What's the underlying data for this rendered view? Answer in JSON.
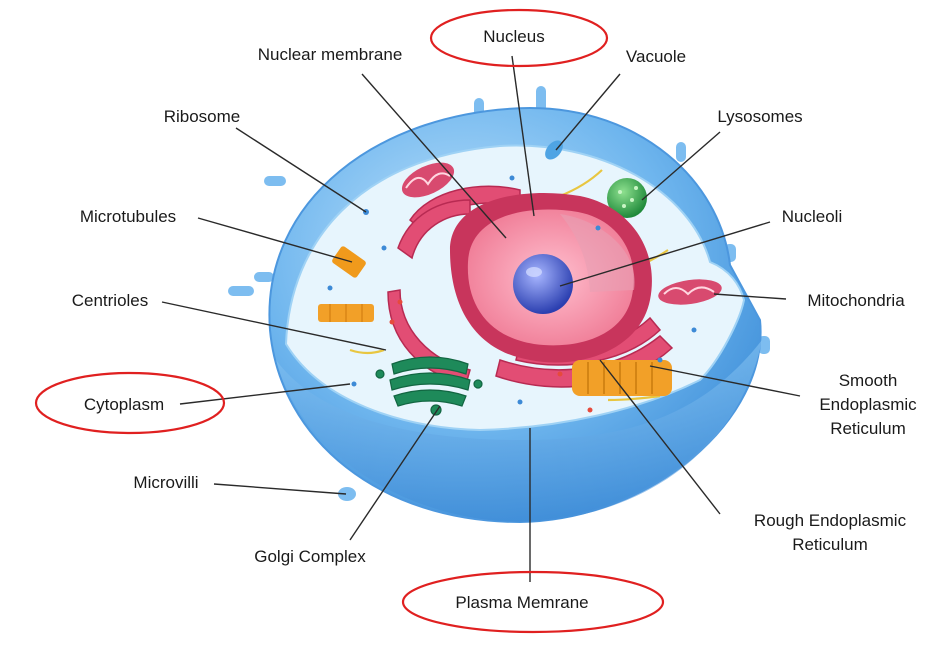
{
  "labels": {
    "nucleus": "Nucleus",
    "nuclear_membrane": "Nuclear membrane",
    "vacuole": "Vacuole",
    "ribosome": "Ribosome",
    "lysosomes": "Lysosomes",
    "microtubules": "Microtubules",
    "nucleoli": "Nucleoli",
    "centrioles": "Centrioles",
    "mitochondria": "Mitochondria",
    "cytoplasm": "Cytoplasm",
    "smooth_er": [
      "Smooth",
      "Endoplasmic",
      "Reticulum"
    ],
    "microvilli": "Microvilli",
    "rough_er": [
      "Rough Endoplasmic",
      "Reticulum"
    ],
    "golgi": "Golgi Complex",
    "plasma_membrane": "Plasma Memrane"
  },
  "highlighted": [
    "Nucleus",
    "Cytoplasm",
    "Plasma Memrane"
  ],
  "colors": {
    "highlight_ring": "#e02020",
    "membrane": "#5aa7e8",
    "cytoplasm": "#e6f4fc",
    "nucleus": "#e0506e",
    "nucleolus": "#3a52c4",
    "golgi": "#1e8a5a",
    "lysosome": "#2fa84a",
    "smooth_er": "#f2a028",
    "microtubule": "#f09a1c"
  }
}
